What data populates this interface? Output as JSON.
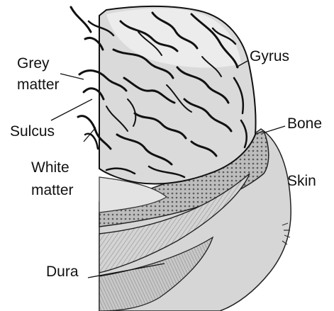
{
  "labels": {
    "grey_matter_line1": "Grey",
    "grey_matter_line2": "matter",
    "sulcus": "Sulcus",
    "white_matter_line1": "White",
    "white_matter_line2": "matter",
    "dura": "Dura",
    "gyrus": "Gyrus",
    "bone": "Bone",
    "skin": "Skin"
  },
  "colors": {
    "ink": "#111111",
    "page": "#ffffff",
    "tissue_light": "#d9d9d9",
    "tissue_mid": "#b3b3b3",
    "tissue_dark": "#7a7a7a"
  }
}
